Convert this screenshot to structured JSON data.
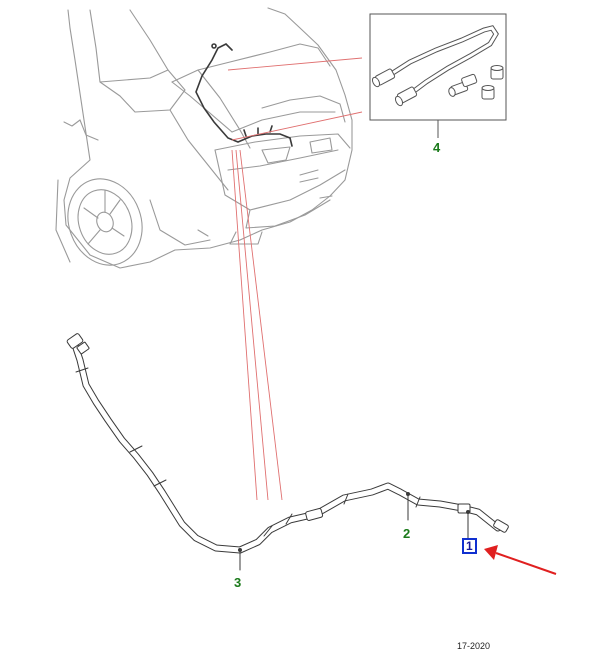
{
  "diagram": {
    "callouts": [
      {
        "id": "1",
        "label": "1",
        "highlighted": true
      },
      {
        "id": "2",
        "label": "2"
      },
      {
        "id": "3",
        "label": "3"
      },
      {
        "id": "4",
        "label": "4"
      }
    ],
    "footer_code": "17-2020",
    "colors": {
      "line": "#4a4a4a",
      "vehicle": "#9a9a9a",
      "leader": "#e07070",
      "callout_text": "#1a7a1a",
      "highlight_box": "#1030d0",
      "arrow": "#e02020"
    },
    "icons": {
      "arrow": "red-arrow-icon"
    }
  }
}
